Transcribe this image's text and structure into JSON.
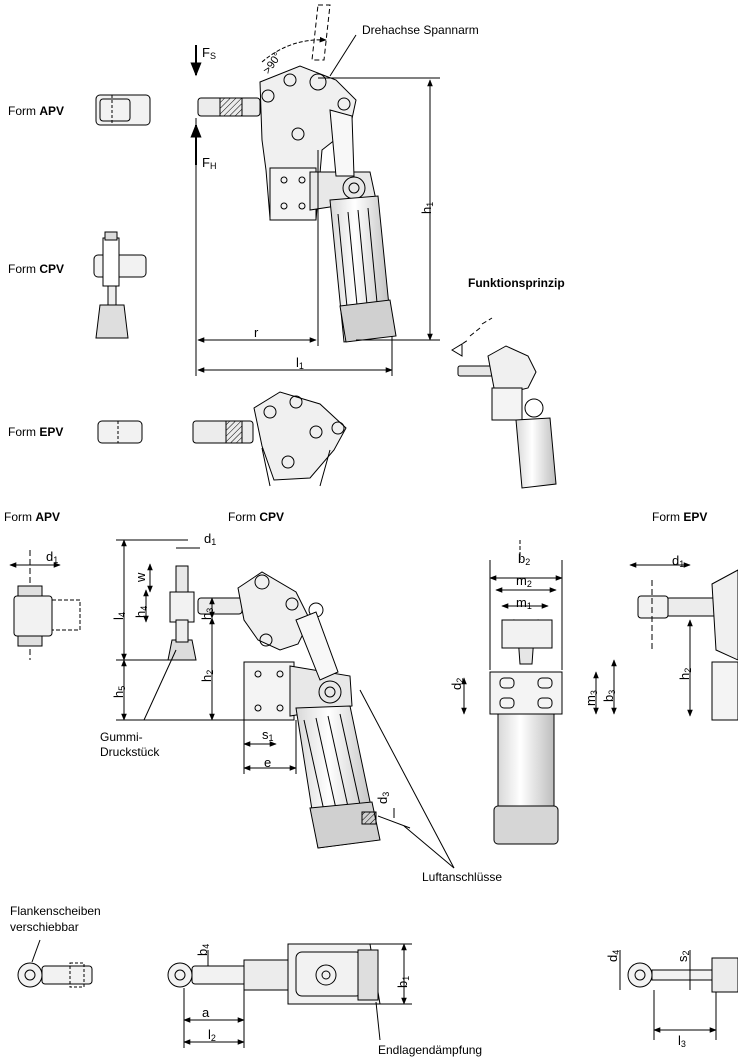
{
  "forms_top": {
    "apv": {
      "prefix": "Form ",
      "code": "APV"
    },
    "cpv": {
      "prefix": "Form ",
      "code": "CPV"
    },
    "epv": {
      "prefix": "Form ",
      "code": "EPV"
    }
  },
  "forms_mid": {
    "apv": {
      "prefix": "Form ",
      "code": "APV"
    },
    "cpv": {
      "prefix": "Form ",
      "code": "CPV"
    },
    "epv": {
      "prefix": "Form ",
      "code": "EPV"
    }
  },
  "callouts": {
    "drehachse": "Drehachse Spannarm",
    "angle": ">90°",
    "funktionsprinzip": "Funktionsprinzip",
    "gummi_line1": "Gummi-",
    "gummi_line2": "Druckstück",
    "luftanschluesse": "Luftanschlüsse",
    "flanken_line1": "Flankenscheiben",
    "flanken_line2": "verschiebbar",
    "endlage": "Endlagendämpfung"
  },
  "dimensions": {
    "fs": {
      "base": "F",
      "sub": "S"
    },
    "fh": {
      "base": "F",
      "sub": "H"
    },
    "h1": {
      "base": "h",
      "sub": "1"
    },
    "r": {
      "base": "r",
      "sub": ""
    },
    "l1": {
      "base": "l",
      "sub": "1"
    },
    "d1_a": {
      "base": "d",
      "sub": "1"
    },
    "d1_c": {
      "base": "d",
      "sub": "1"
    },
    "d1_e": {
      "base": "d",
      "sub": "1"
    },
    "w": {
      "base": "w",
      "sub": ""
    },
    "l4": {
      "base": "l",
      "sub": "4"
    },
    "h4": {
      "base": "h",
      "sub": "4"
    },
    "h3": {
      "base": "h",
      "sub": "3"
    },
    "h2_c": {
      "base": "h",
      "sub": "2"
    },
    "h2_e": {
      "base": "h",
      "sub": "2"
    },
    "h5": {
      "base": "h",
      "sub": "5"
    },
    "s1": {
      "base": "s",
      "sub": "1"
    },
    "e": {
      "base": "e",
      "sub": ""
    },
    "d3": {
      "base": "d",
      "sub": "3"
    },
    "b2": {
      "base": "b",
      "sub": "2"
    },
    "m2": {
      "base": "m",
      "sub": "2"
    },
    "m1": {
      "base": "m",
      "sub": "1"
    },
    "d2": {
      "base": "d",
      "sub": "2"
    },
    "m3": {
      "base": "m",
      "sub": "3"
    },
    "b3": {
      "base": "b",
      "sub": "3"
    },
    "b4": {
      "base": "b",
      "sub": "4"
    },
    "b1": {
      "base": "b",
      "sub": "1"
    },
    "a": {
      "base": "a",
      "sub": ""
    },
    "l2": {
      "base": "l",
      "sub": "2"
    },
    "d4": {
      "base": "d",
      "sub": "4"
    },
    "s2": {
      "base": "s",
      "sub": "2"
    },
    "l3": {
      "base": "l",
      "sub": "3"
    }
  }
}
